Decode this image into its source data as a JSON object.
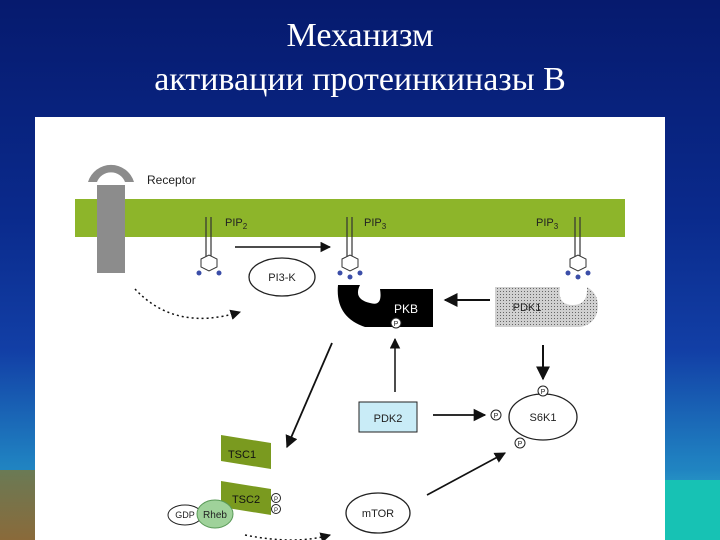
{
  "slide": {
    "title_line1": "Механизм",
    "title_line2": "активации протеинкиназы B"
  },
  "diagram": {
    "receptor": "Receptor",
    "pip2": "PIP",
    "pip2_sub": "2",
    "pip3_a": "PIP",
    "pip3_a_sub": "3",
    "pip3_b": "PIP",
    "pip3_b_sub": "3",
    "pi3k": "PI3-K",
    "pkb": "PKB",
    "pdk1": "PDK1",
    "pdk2": "PDK2",
    "s6k1": "S6K1",
    "tsc1": "TSC1",
    "tsc2": "TSC2",
    "mtor": "mTOR",
    "gdp": "GDP",
    "rheb": "Rheb",
    "phospho": "P"
  },
  "colors": {
    "membrane": "#8db52a",
    "tsc": "#7a9a1f",
    "pdk2_fill": "#c9ecf7",
    "rheb_fill": "#9fd29a",
    "pkb_fill": "#000000",
    "pdk1_fill": "#b8b8b8"
  }
}
